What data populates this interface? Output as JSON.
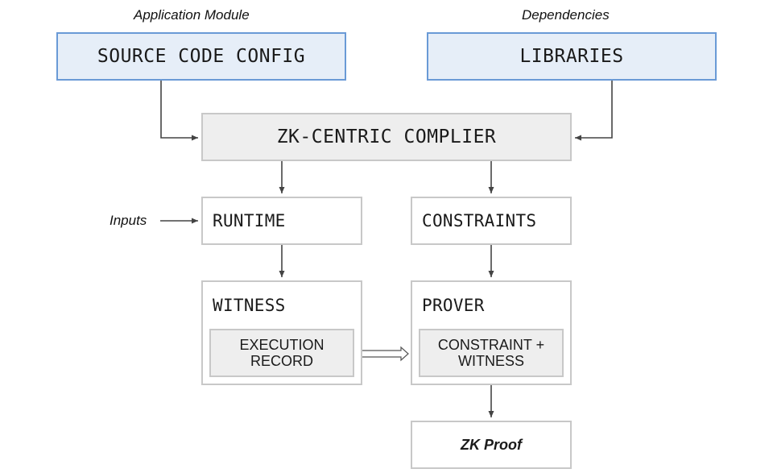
{
  "headings": {
    "application_module": "Application Module",
    "dependencies": "Dependencies"
  },
  "nodes": {
    "source_code_config": "SOURCE CODE CONFIG",
    "libraries": "LIBRARIES",
    "compiler": "ZK-CENTRIC COMPLIER",
    "runtime": "RUNTIME",
    "constraints": "CONSTRAINTS",
    "witness": "WITNESS",
    "execution_record_line1": "EXECUTION",
    "execution_record_line2": "RECORD",
    "prover": "PROVER",
    "constraint_witness_line1": "CONSTRAINT +",
    "constraint_witness_line2": "WITNESS",
    "zk_proof": "ZK Proof"
  },
  "inputs_label": "Inputs",
  "colors": {
    "blue_fill": "#e6eef8",
    "blue_border": "#6a9ad6",
    "gray_fill": "#eeeeee",
    "gray_border": "#c8c8c8",
    "arrow": "#444444"
  }
}
